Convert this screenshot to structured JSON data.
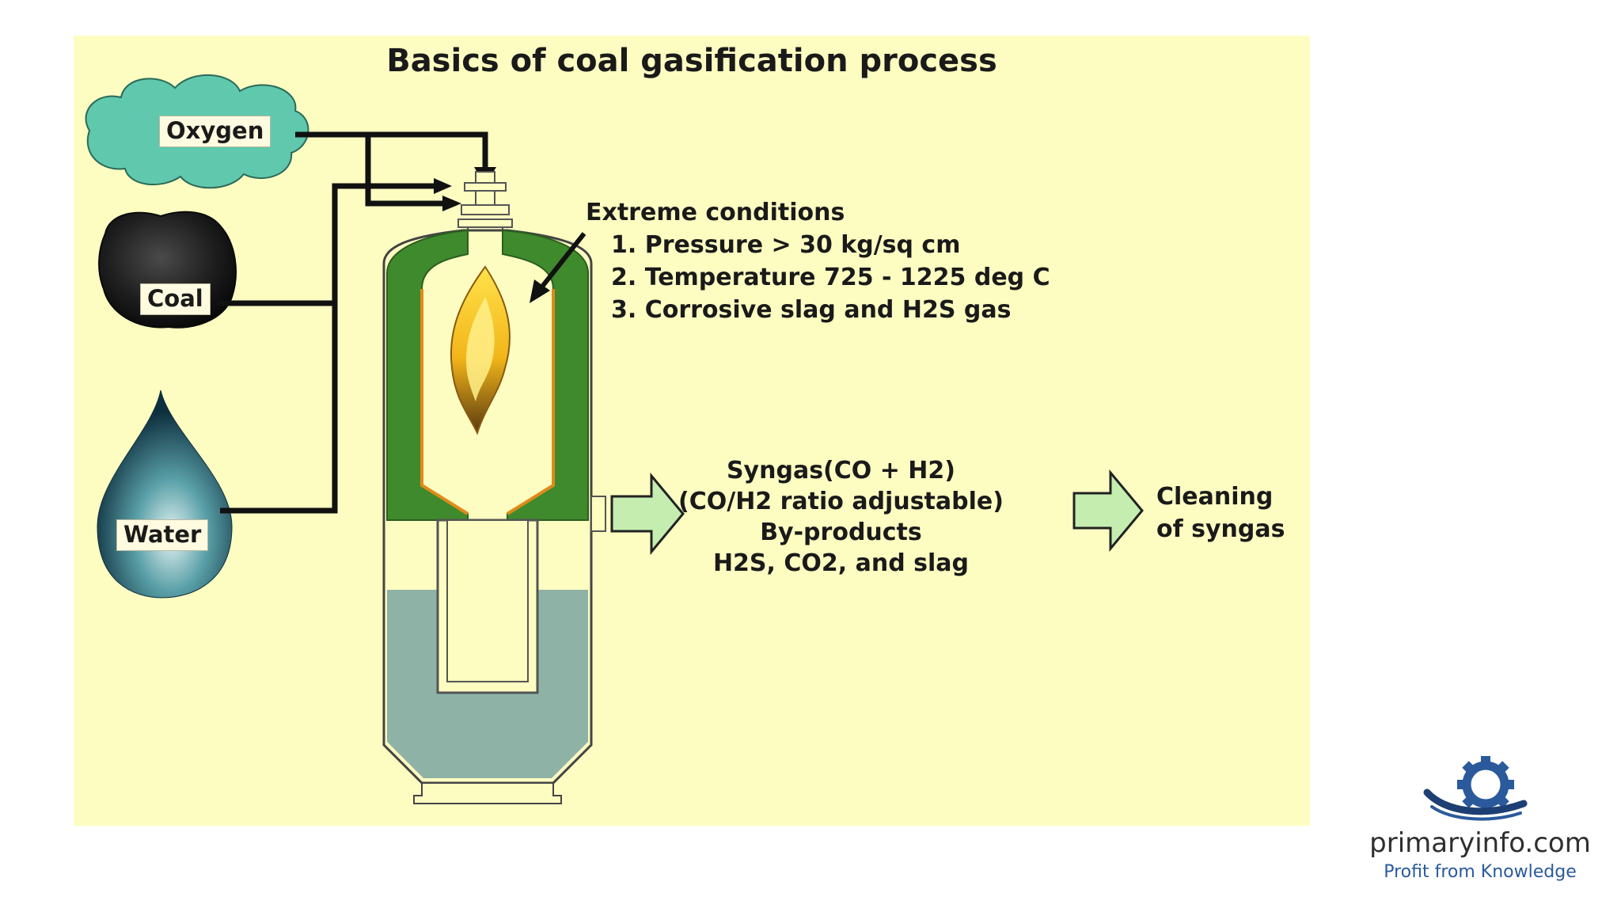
{
  "title": "Basics of coal gasification process",
  "inputs": {
    "oxygen": "Oxygen",
    "coal": "Coal",
    "water": "Water"
  },
  "conditions": {
    "heading": "Extreme conditions",
    "items": [
      "1. Pressure > 30 kg/sq cm",
      "2. Temperature 725 - 1225 deg C",
      "3. Corrosive slag and H2S gas"
    ]
  },
  "output": {
    "lines": [
      "Syngas(CO + H2)",
      "(CO/H2 ratio adjustable)",
      "By-products",
      "H2S, CO2, and slag"
    ]
  },
  "next_step": {
    "lines": [
      "Cleaning",
      "of syngas"
    ]
  },
  "brand": {
    "name": "primaryinfo.com",
    "tagline": "Profit from Knowledge"
  },
  "colors": {
    "slide_bg": "#fdfdc2",
    "refractory": "#3f8a2c",
    "cloud": "#5fc8ad",
    "water_bath": "#8fb2a7",
    "arrow_fill": "#c5edb0",
    "flame": "#f2c21c",
    "brand_blue": "#2a5a9c"
  }
}
